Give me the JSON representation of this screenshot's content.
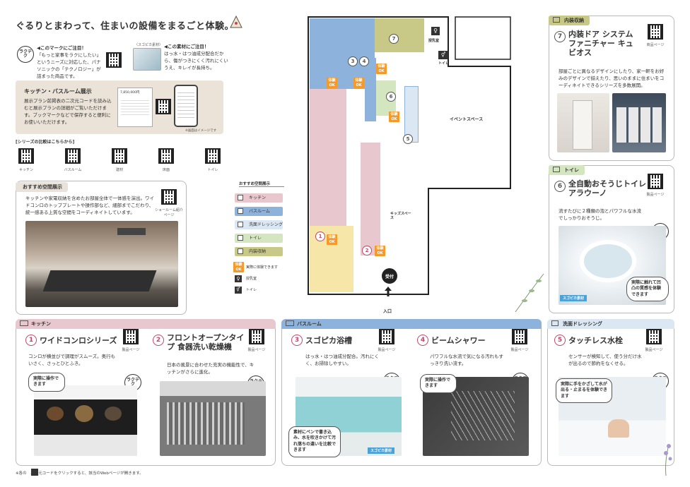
{
  "intro": {
    "headline": "ぐるりとまわって、住まいの設備をまるごと体験。",
    "mark_note_title": "このマークにご注目！",
    "mark_note_text": "「もっと家事をラクにしたい」というニーズに対応した、パナソニックの「テクノロジー」が詰まった商品です。",
    "sugopika_caption": "〈スゴピカ素材〉",
    "material_note_title": "この素材にご注目！",
    "material_note_text": "はっ水・はつ油成分配合だから、傷がつきにくく汚れにくいうえ、キレイが長持ち。",
    "raku_tech": "ラクテク"
  },
  "showroom_panel": {
    "title": "キッチン・バスルーム展示",
    "text": "展示プラン前掲表の二次元コードを読み込むと展示プランの詳細がご覧いただけます。ブックマークなどで保存すると便利にお使いいただけます。",
    "note": "※画面はイメージです",
    "price": "7,850,000円"
  },
  "series": {
    "heading": "[シリーズの比較はこちらから]",
    "items": [
      "キッチン",
      "バスルーム",
      "建材",
      "床面",
      "トイレ"
    ]
  },
  "recommend": {
    "tab": "おすすめ空間展示",
    "text": "キッチンや家電収納を含めたお部屋全体で一体感を演出。ワイドコンロのトッププレートや操作部など、細部までこだわり、統一感ある上質な空間をコーディネイトしています。",
    "qr_label": "ショールーム紹介ページ"
  },
  "legend": {
    "title": "おすすめ空間展示",
    "items": [
      {
        "label": "キッチン",
        "color": "#e9c7ce"
      },
      {
        "label": "バスルーム",
        "color": "#8db3dc"
      },
      {
        "label": "洗面ドレッシング",
        "color": "#dbe8f4"
      },
      {
        "label": "トイレ",
        "color": "#d4e6bf"
      },
      {
        "label": "内装収納",
        "color": "#c8c887"
      }
    ],
    "experience": "実際に体験できます",
    "experience_badge": "体験OK",
    "nursing": "授乳室",
    "toilet": "トイレ"
  },
  "floor": {
    "nursing": "授乳室",
    "toilet": "トイレ",
    "event": "イベントスペース",
    "kids": "キッズスペース",
    "reception": "受付",
    "entrance": "入口",
    "nums": [
      "1",
      "2",
      "3",
      "4",
      "5",
      "6",
      "7"
    ]
  },
  "interior": {
    "tab": "内装収納",
    "num": "7",
    "title": "内装ドア システムファニチャー キュビオス",
    "qr_label": "商品ページ",
    "text": "部屋ごとに異なるデザインにしたり、家一軒をお好みのデザインで揃えたり、思いのままに住まいをコーディネイトできるシリーズを多数展開。"
  },
  "toilet_card": {
    "tab": "トイレ",
    "num": "6",
    "title": "全自動おそうじトイレ アラウーノ",
    "qr_label": "製品ページ",
    "text": "流すたびに２種類の泡とパワフルな水流でしっかりおそうじ。",
    "sugopika": "スゴピカ素材",
    "bubble": "実際に触れて凹凸の質感を体験できます"
  },
  "kitchen": {
    "tab": "キッチン",
    "c1": {
      "num": "1",
      "title": "ワイドコンロシリーズ",
      "qr_label": "製品ページ",
      "text": "コンロが横並びで調理がスムーズ。奥行もいさく、さっとひとふき。",
      "bubble": "実際に操作できます"
    },
    "c2": {
      "num": "2",
      "title": "フロントオープンタイプ 食器洗い乾燥機",
      "qr_label": "製品ページ",
      "text": "日本の風景に合わせた充実の機能性で、キッチンがさらに進化。"
    }
  },
  "bath": {
    "tab": "バスルーム",
    "c3": {
      "num": "3",
      "title": "スゴピカ浴槽",
      "qr_label": "製品ページ",
      "text": "はっ水・はつ油成分配合。汚れにくく、お掃除しやすい。",
      "bubble": "素材にペンで書き込み、水を吹きかけて汚れ落ちの違いを比較できます",
      "sugopika": "スゴピカ素材"
    },
    "c4": {
      "num": "4",
      "title": "ビームシャワー",
      "qr_label": "製品ページ",
      "text": "パワフルな水流で気になる汚れもすっきり洗い流す。",
      "bubble": "実際に操作できます"
    }
  },
  "dressing": {
    "tab": "洗面ドレッシング",
    "c5": {
      "num": "5",
      "title": "タッチレス水栓",
      "qr_label": "製品ページ",
      "text": "センサーが検知して、使う分だけ水が出るので節約をなくせる。",
      "bubble": "実際に手をかざして水が出る・止まるを体験できます"
    }
  },
  "footer": "※各の　二次元コードをクリックすると、該当のWebページが開きます。"
}
